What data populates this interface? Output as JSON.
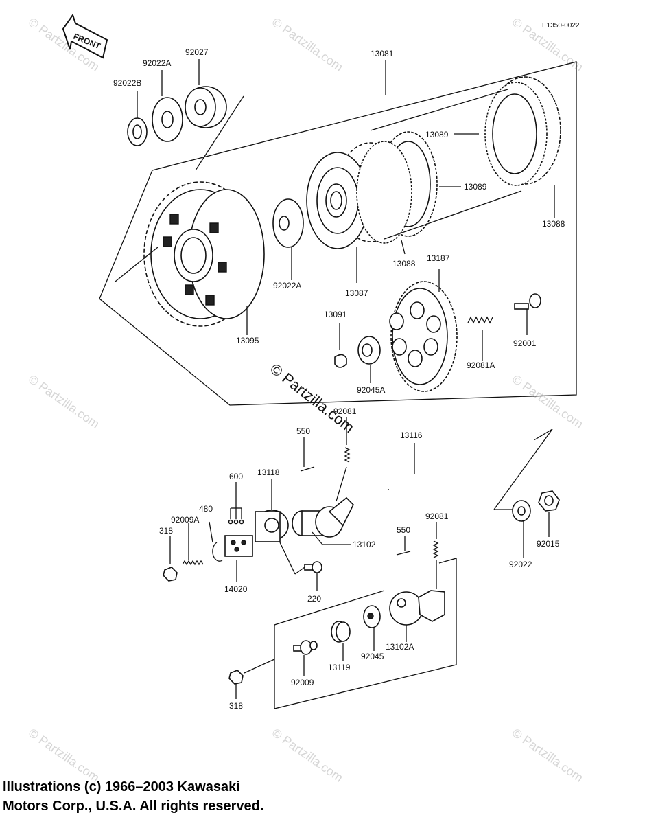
{
  "diagram_id": "E1350-0022",
  "front_label": "FRONT",
  "watermark": "© Partzilla.com",
  "copyright": {
    "line1": "Illustrations (c) 1966–2003 Kawasaki",
    "line2": "Motors Corp., U.S.A.  All rights reserved."
  },
  "labels": {
    "p13081": "13081",
    "p92027": "92027",
    "p92022A_top": "92022A",
    "p92022B": "92022B",
    "p13089_a": "13089",
    "p13089_b": "13089",
    "p13088_a": "13088",
    "p13088_b": "13088",
    "p13087": "13087",
    "p92022A_mid": "92022A",
    "p13095": "13095",
    "p13187": "13187",
    "p13091": "13091",
    "p92045A": "92045A",
    "p92081A": "92081A",
    "p92001": "92001",
    "p92081_a": "92081",
    "p550_a": "550",
    "p13116": "13116",
    "p600": "600",
    "p13118": "13118",
    "p480": "480",
    "p92009A": "92009A",
    "p318_a": "318",
    "p13102": "13102",
    "p14020": "14020",
    "p220": "220",
    "p92081_b": "92081",
    "p550_b": "550",
    "p92022": "92022",
    "p92015": "92015",
    "p13102A": "13102A",
    "p92045": "92045",
    "p13119": "13119",
    "p92009": "92009",
    "p318_b": "318"
  }
}
